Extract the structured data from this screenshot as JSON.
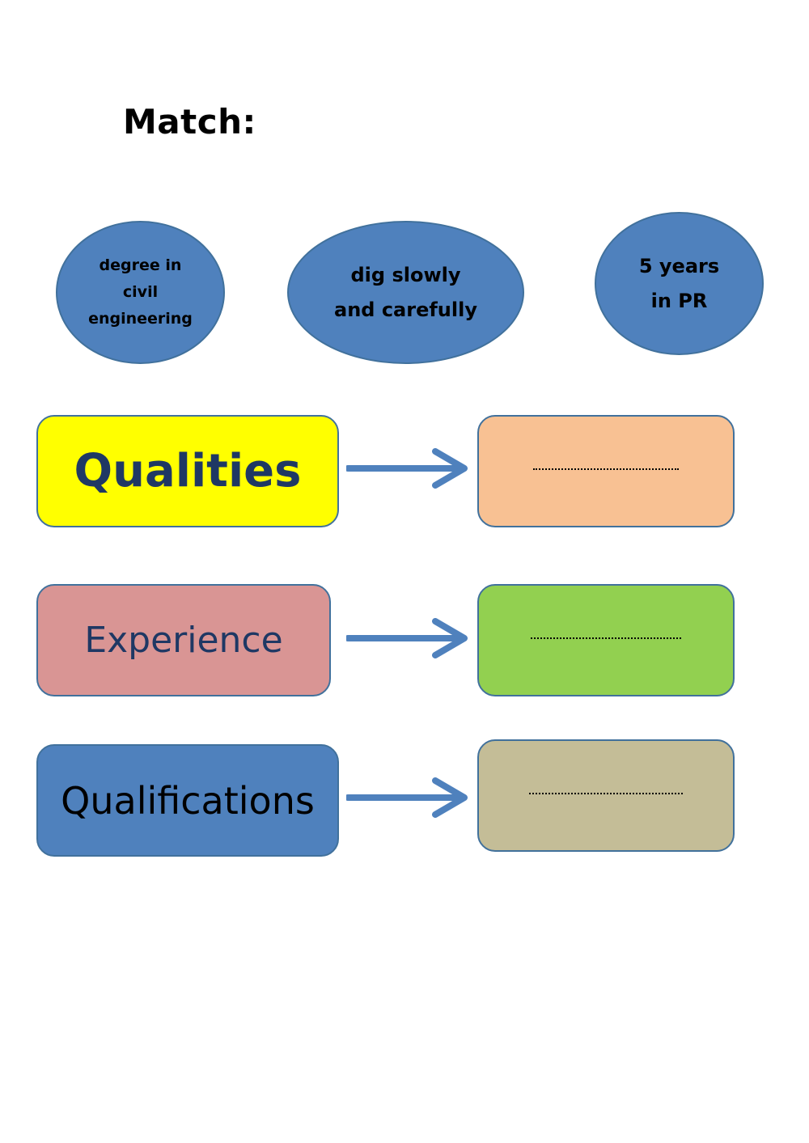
{
  "title": "Match:",
  "options": [
    {
      "text": "degree in\ncivil\nengineering",
      "color": "#4f81bd"
    },
    {
      "text": "dig slowly\nand carefully",
      "color": "#4f81bd"
    },
    {
      "text": "5 years\nin PR",
      "color": "#4f81bd"
    }
  ],
  "categories": [
    {
      "label": "Qualities",
      "color": "#ffff00",
      "text_color": "#1f3864",
      "answer_color": "#f8c193"
    },
    {
      "label": "Experience",
      "color": "#d99594",
      "text_color": "#1f3864",
      "answer_color": "#92d050"
    },
    {
      "label": "Qualifications",
      "color": "#4f81bd",
      "text_color": "#000000",
      "answer_color": "#c4bd97"
    }
  ],
  "arrow_color": "#4f81bd"
}
